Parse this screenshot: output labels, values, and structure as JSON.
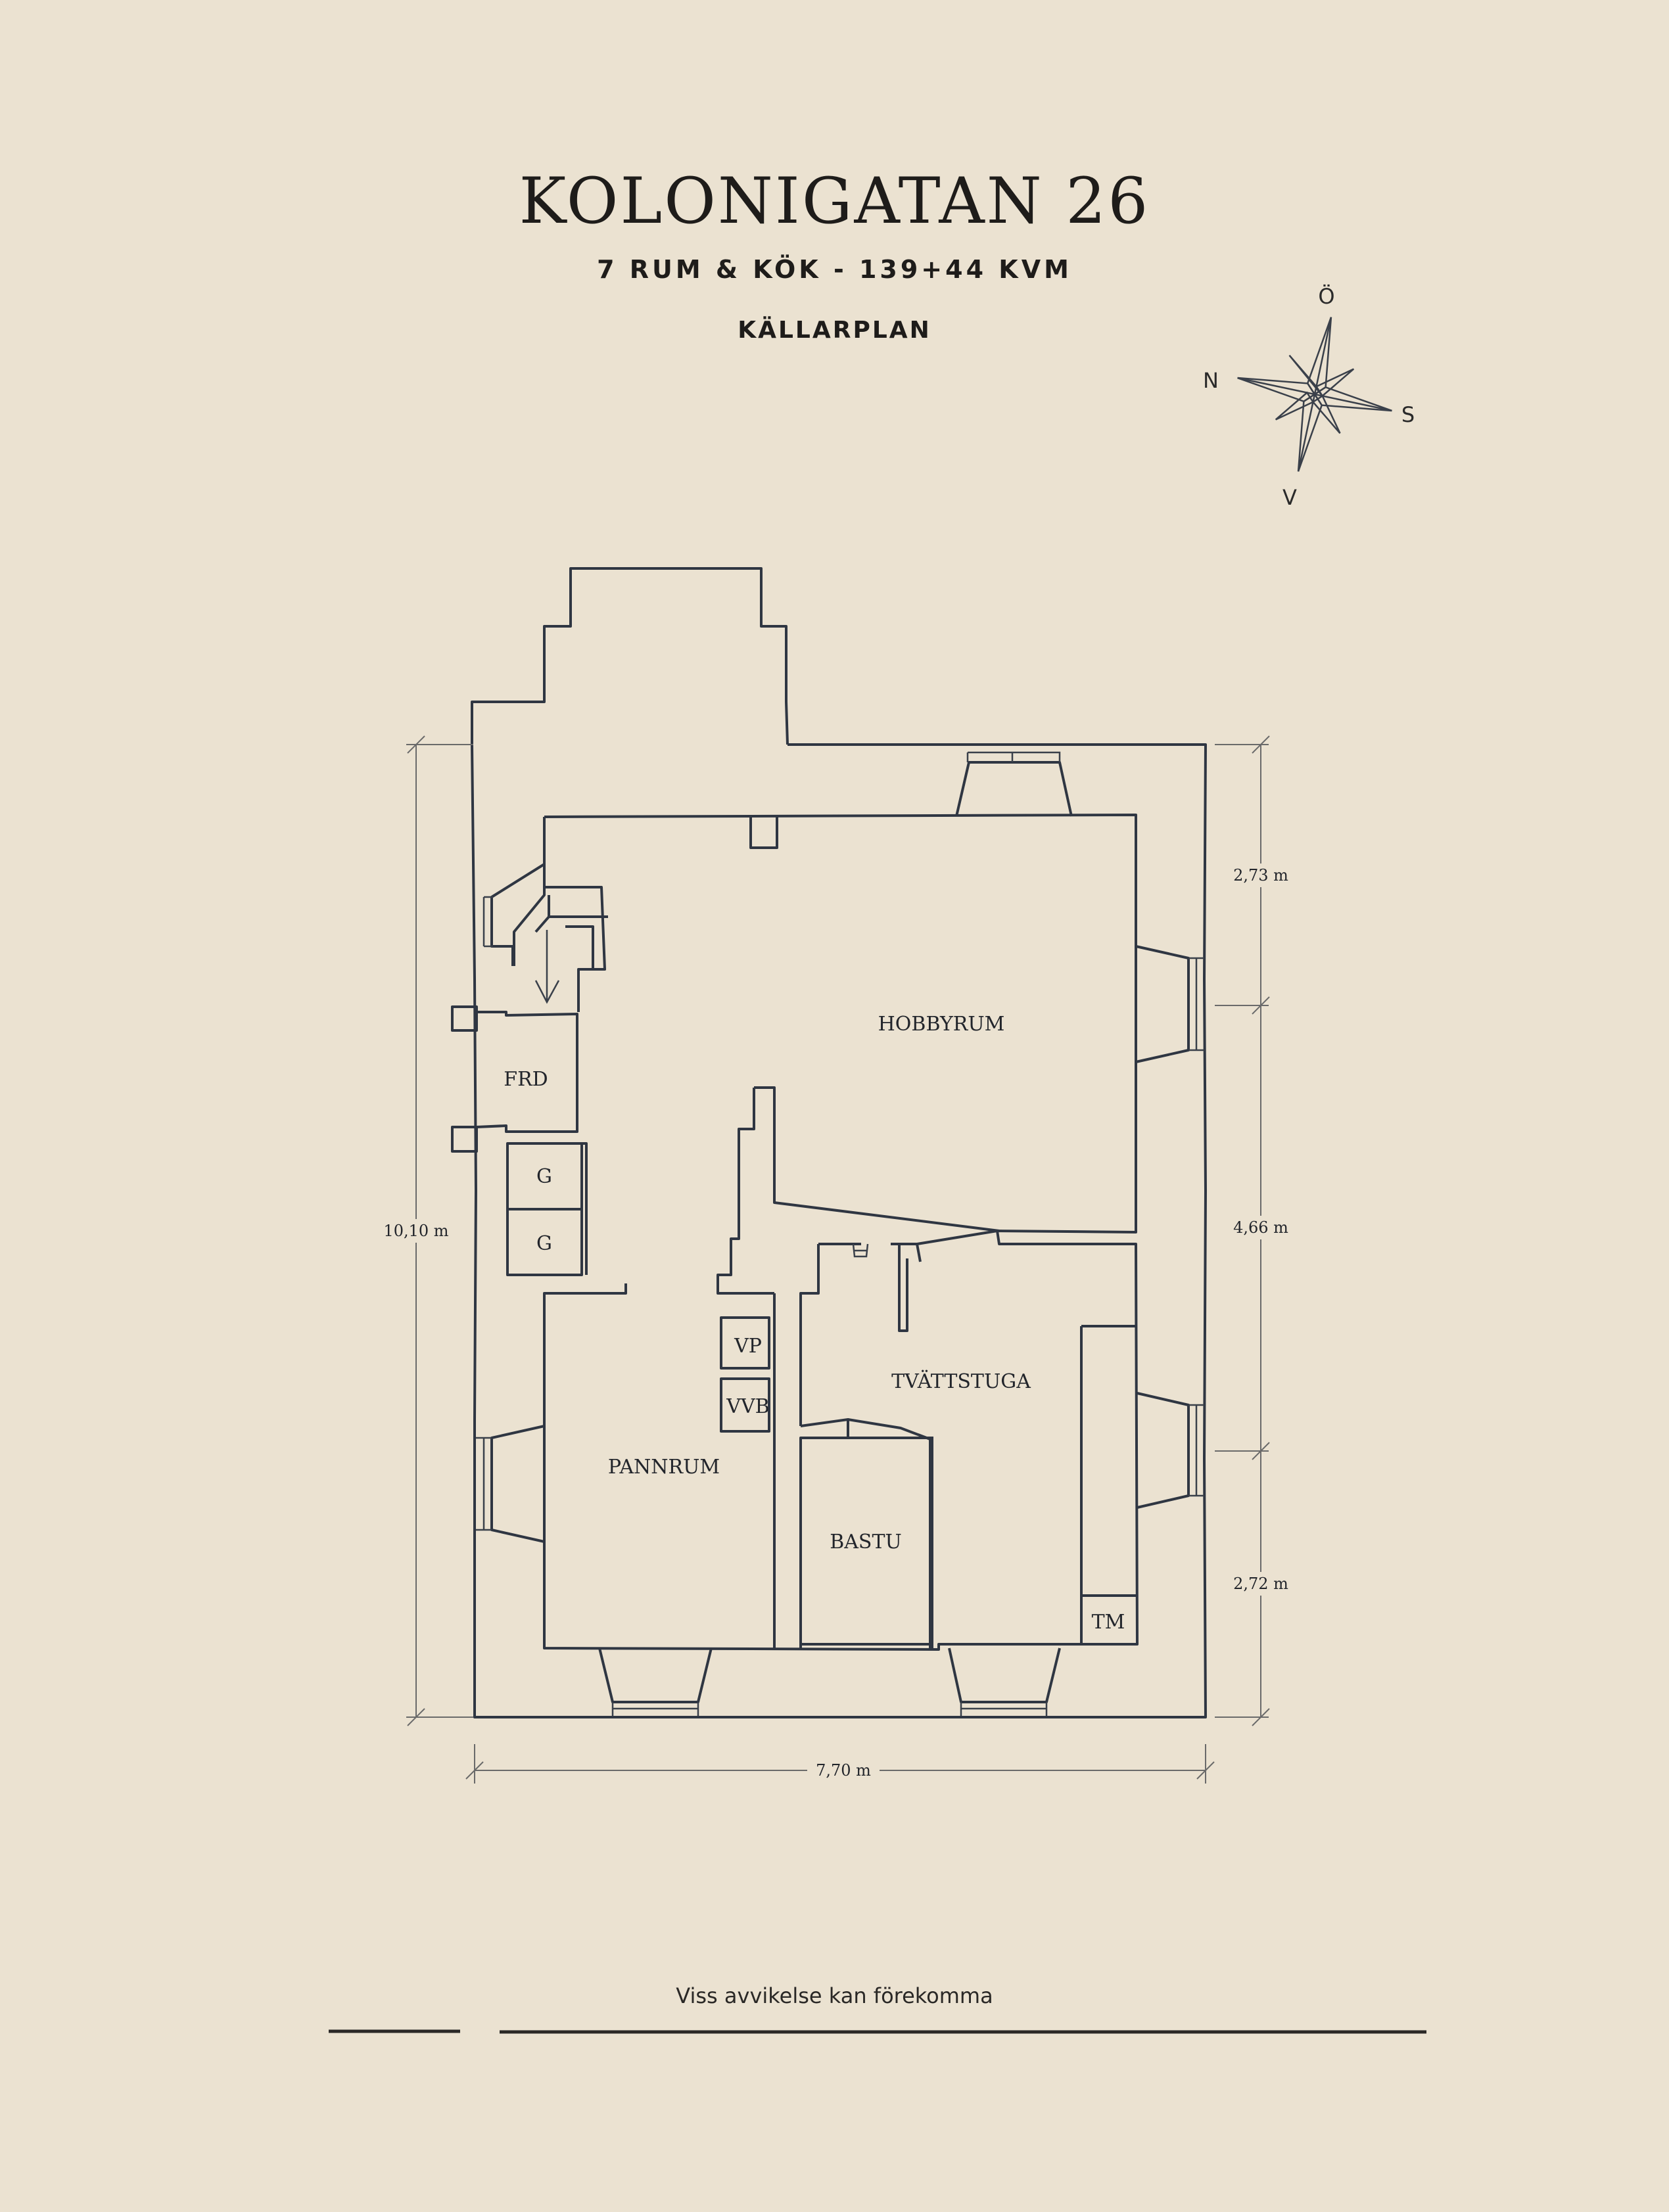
{
  "header": {
    "title": "KOLONIGATAN 26",
    "subtitle": "7 RUM & KÖK  -  139+44 KVM",
    "level": "KÄLLARPLAN"
  },
  "compass": {
    "north": "N",
    "east": "Ö",
    "south": "S",
    "west": "V"
  },
  "rooms": {
    "hobbyrum": "HOBBYRUM",
    "frd": "FRD",
    "g1": "G",
    "g2": "G",
    "vp": "VP",
    "vvb": "VVB",
    "pannrum": "PANNRUM",
    "tvattstuga": "TVÄTTSTUGA",
    "bastu": "BASTU",
    "tm": "TM"
  },
  "dimensions": {
    "total_height": "10,10 m",
    "total_width": "7,70 m",
    "right_top": "2,73 m",
    "right_middle": "4,66 m",
    "right_bottom": "2,72 m"
  },
  "footer": {
    "disclaimer": "Viss avvikelse kan förekomma"
  },
  "colors": {
    "background": "#ebe2d1",
    "line": "#2f3642",
    "text": "#1e1c1a"
  }
}
